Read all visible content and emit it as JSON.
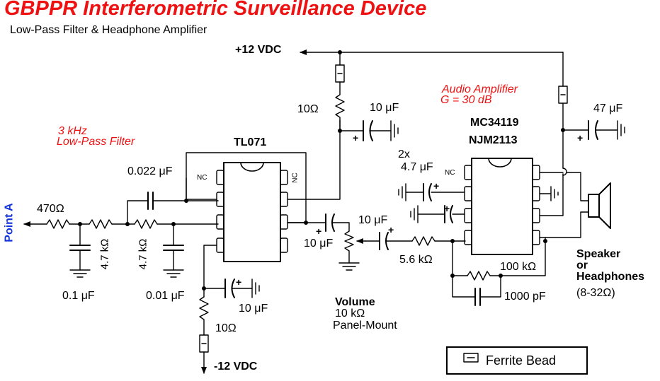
{
  "title": "GBPPR Interferometric Surveillance Device",
  "subtitle": "Low-Pass Filter & Headphone Amplifier",
  "supply": {
    "positive": "+12 VDC",
    "negative": "-12 VDC"
  },
  "input": {
    "label": "Point A"
  },
  "filter": {
    "label_line1": "3 kHz",
    "label_line2": "Low-Pass Filter",
    "ic": "TL071"
  },
  "amplifier": {
    "label_line1": "Audio Amplifier",
    "label_line2": "G = 30 dB",
    "ic_line1": "MC34119",
    "ic_line2": "NJM2113"
  },
  "components": {
    "r_in": "470Ω",
    "r1": "4.7 kΩ",
    "r2": "4.7 kΩ",
    "c_feedback": "0.022 μF",
    "c1": "0.1 μF",
    "c2": "0.01 μF",
    "r_pos_supply": "10Ω",
    "c_pos_supply": "10 μF",
    "r_neg_supply": "10Ω",
    "c_neg_supply": "10 μF",
    "c_couple": "10 μF",
    "c_couple2": "10 μF",
    "c_amp_bypass_line1": "2x",
    "c_amp_bypass_line2": "4.7 μF",
    "c_amp_supply": "47 μF",
    "r_amp_in": "5.6 kΩ",
    "r_amp_fb": "100 kΩ",
    "c_amp_fb": "1000 pF",
    "pin_nc": "NC"
  },
  "volume": {
    "line1": "Volume",
    "line2": "10 kΩ",
    "line3": "Panel-Mount"
  },
  "speaker": {
    "line1": "Speaker",
    "line2": "or",
    "line3": "Headphones",
    "line4": "(8-32Ω)"
  },
  "legend": {
    "label": "Ferrite Bead"
  },
  "colors": {
    "title": "#ee1111",
    "annotation": "#ee1111",
    "point_a": "#1133dd",
    "wire": "#000000"
  }
}
